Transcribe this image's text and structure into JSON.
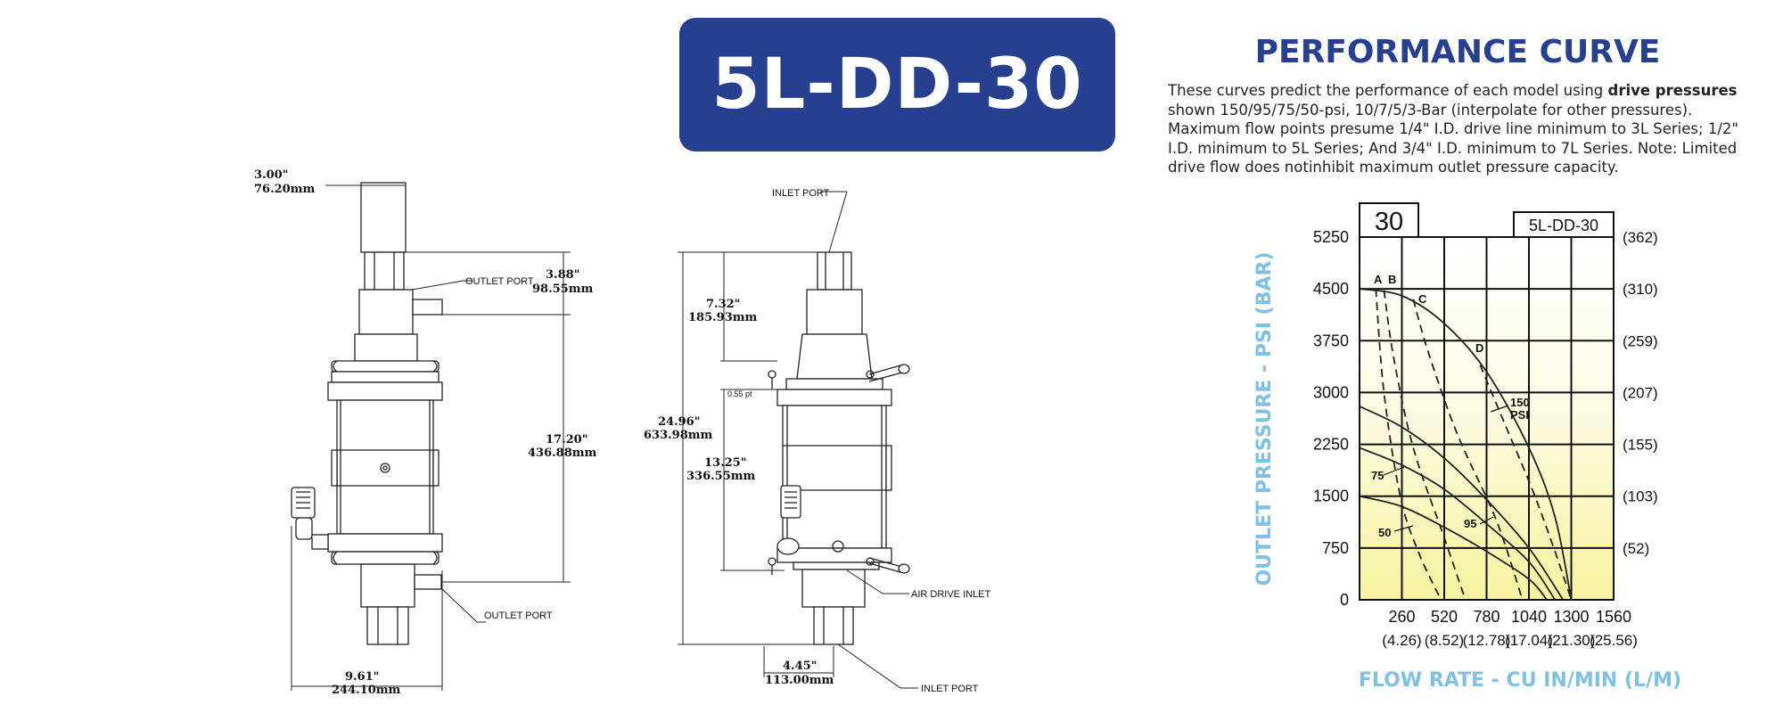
{
  "model": "5L-DD-30",
  "performance": {
    "title": "PERFORMANCE CURVE",
    "desc_pre": "These curves predict the performance of each model using ",
    "desc_bold": "drive pressures",
    "desc_post": " shown 150/95/75/50-psi, 10/7/5/3-Bar (interpolate for other pressures). Maximum flow points presume 1/4\" I.D. drive line minimum to 3L Series; 1/2\" I.D. minimum to 5L Series; And 3/4\" I.D. minimum to 7L Series. Note: Limited drive flow does notinhibit maximum outlet pressure capacity."
  },
  "drawing_front": {
    "dim_width_top_in": "3.00\"",
    "dim_width_top_mm": "76.20mm",
    "dim_outlet_in": "3.88\"",
    "dim_outlet_mm": "98.55mm",
    "dim_height_in": "17.20\"",
    "dim_height_mm": "436.88mm",
    "dim_width_in": "9.61\"",
    "dim_width_mm": "244.10mm",
    "label_outlet_top": "OUTLET PORT",
    "label_outlet_bottom": "OUTLET PORT"
  },
  "drawing_side": {
    "label_inlet_top": "INLET PORT",
    "label_air_drive": "AIR DRIVE INLET",
    "label_inlet_bottom": "INLET PORT",
    "dim_a_in": "7.32\"",
    "dim_a_mm": "185.93mm",
    "dim_small": "0.55 pt",
    "dim_total_in": "24.96\"",
    "dim_total_mm": "633.98mm",
    "dim_b_in": "13.25\"",
    "dim_b_mm": "336.55mm",
    "dim_width_in": "4.45\"",
    "dim_width_mm": "113.00mm"
  },
  "chart_data": {
    "type": "line",
    "ratio_label": "30",
    "model_label": "5L-DD-30",
    "ylabel": "OUTLET PRESSURE - PSI (BAR)",
    "xlabel": "FLOW RATE - CU IN/MIN (L/M)",
    "xlim": [
      0,
      1560
    ],
    "ylim": [
      0,
      5250
    ],
    "x_ticks": [
      "260",
      "520",
      "780",
      "1040",
      "1300",
      "1560"
    ],
    "x_ticks_metric": [
      "(4.26)",
      "(8.52)",
      "(12.78)",
      "(17.04)",
      "(21.30)",
      "(25.56)"
    ],
    "y_ticks": [
      "0",
      "750",
      "1500",
      "2250",
      "3000",
      "3750",
      "4500",
      "5250"
    ],
    "y_ticks_metric": [
      "(52)",
      "(103)",
      "(155)",
      "(207)",
      "(259)",
      "(310)",
      "(362)"
    ],
    "grid": true,
    "series": [
      {
        "name": "150",
        "unit": "PSI",
        "style": "solid",
        "values": [
          [
            0,
            4500
          ],
          [
            260,
            4400
          ],
          [
            520,
            4000
          ],
          [
            780,
            3300
          ],
          [
            1040,
            2200
          ],
          [
            1200,
            1200
          ],
          [
            1300,
            0
          ]
        ]
      },
      {
        "name": "95",
        "style": "solid",
        "values": [
          [
            0,
            2800
          ],
          [
            260,
            2500
          ],
          [
            520,
            2050
          ],
          [
            780,
            1450
          ],
          [
            1040,
            750
          ],
          [
            1250,
            0
          ]
        ]
      },
      {
        "name": "75",
        "style": "solid",
        "values": [
          [
            0,
            2200
          ],
          [
            260,
            1950
          ],
          [
            520,
            1600
          ],
          [
            780,
            1100
          ],
          [
            1040,
            550
          ],
          [
            1200,
            0
          ]
        ]
      },
      {
        "name": "50",
        "style": "solid",
        "values": [
          [
            0,
            1500
          ],
          [
            260,
            1350
          ],
          [
            520,
            1050
          ],
          [
            780,
            700
          ],
          [
            1040,
            300
          ],
          [
            1150,
            0
          ]
        ]
      },
      {
        "name": "A",
        "style": "dashed",
        "values": [
          [
            100,
            4500
          ],
          [
            150,
            3000
          ],
          [
            250,
            1500
          ],
          [
            360,
            700
          ],
          [
            500,
            0
          ]
        ]
      },
      {
        "name": "B",
        "style": "dashed",
        "values": [
          [
            150,
            4480
          ],
          [
            210,
            3500
          ],
          [
            330,
            2200
          ],
          [
            520,
            900
          ],
          [
            650,
            0
          ]
        ]
      },
      {
        "name": "C",
        "style": "dashed",
        "values": [
          [
            330,
            4350
          ],
          [
            420,
            3600
          ],
          [
            600,
            2400
          ],
          [
            840,
            1150
          ],
          [
            1000,
            0
          ]
        ]
      },
      {
        "name": "D",
        "style": "dashed",
        "values": [
          [
            740,
            3400
          ],
          [
            900,
            2500
          ],
          [
            1060,
            1600
          ],
          [
            1200,
            700
          ],
          [
            1300,
            0
          ]
        ]
      }
    ]
  }
}
